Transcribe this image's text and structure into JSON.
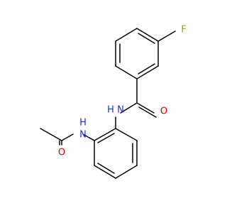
{
  "molecule": {
    "atoms": {
      "fluorine": "F",
      "amide_nitrogen": "N",
      "amide_hydrogen": "H",
      "amide_oxygen": "O",
      "acetamide_nitrogen": "N",
      "acetamide_hydrogen": "H",
      "acetamide_oxygen": "O"
    }
  },
  "colors": {
    "bond": "#000000",
    "fluorine": "#90b000",
    "nitrogen": "#2030d0",
    "oxygen": "#e00000"
  }
}
